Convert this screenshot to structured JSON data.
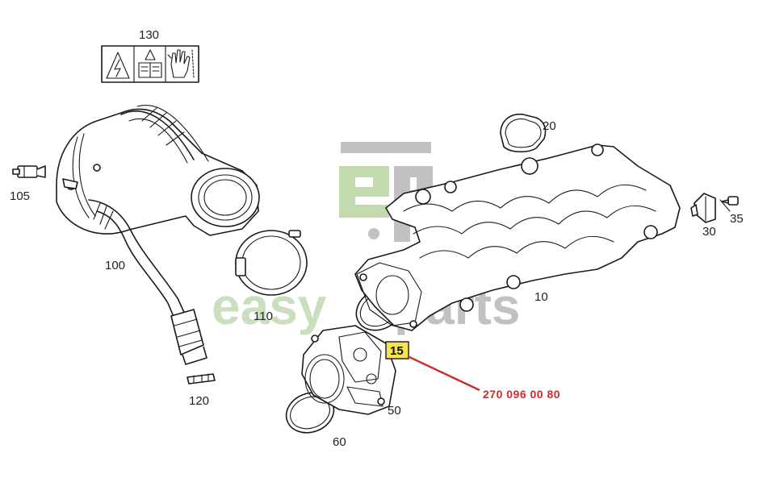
{
  "diagram": {
    "callouts": {
      "c130": "130",
      "c105": "105",
      "c100": "100",
      "c110": "110",
      "c120": "120",
      "c60": "60",
      "c50": "50",
      "c15": "15",
      "c10": "10",
      "c20": "20",
      "c30": "30",
      "c35": "35"
    },
    "part_number": "270 096 00 80",
    "watermark": {
      "monogram": "ep",
      "word_left": "easy",
      "word_right": "parts"
    },
    "colors": {
      "line": "#1a1a1a",
      "highlight_fill": "#f5e54a",
      "part_number": "#cc2b2b",
      "leader": "#cc2b2b",
      "watermark_green": "#9fc58a",
      "watermark_grey": "#9a9a9a"
    },
    "icons": [
      "electric-shock-warning-icon",
      "caution-read-manual-icon",
      "glove-hand-icon"
    ]
  }
}
